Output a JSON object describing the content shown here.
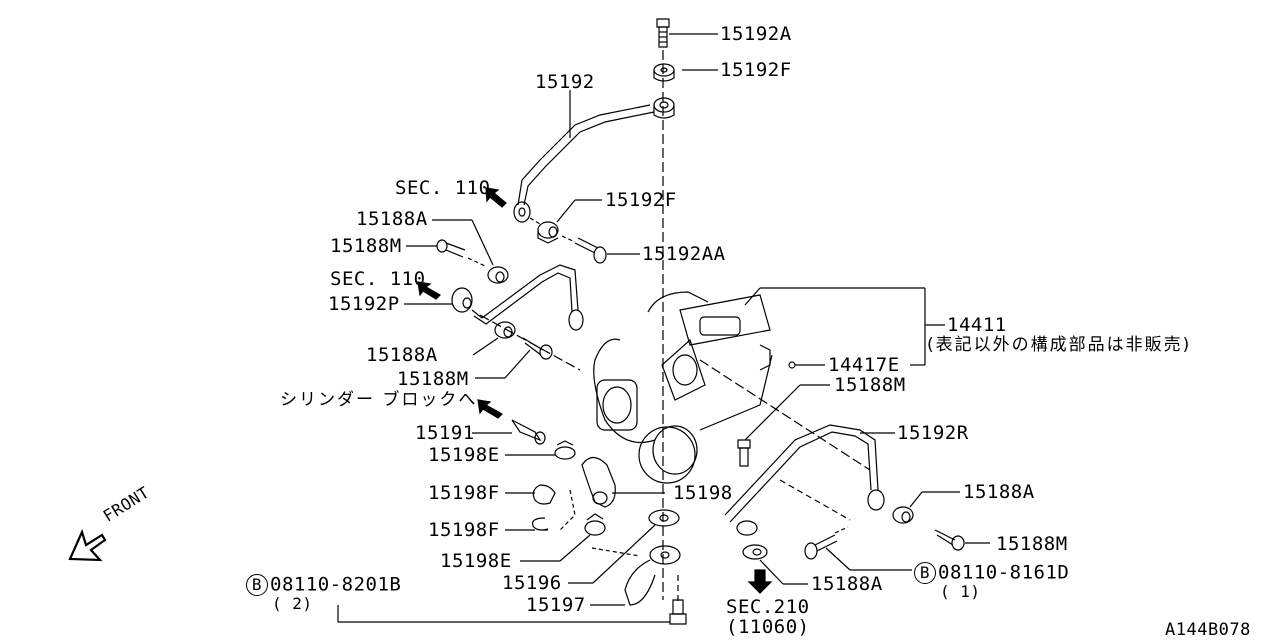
{
  "diagram": {
    "id_code": "A144B078",
    "front_label": "FRONT",
    "parts": {
      "p15192A": "15192A",
      "p15192F_top": "15192F",
      "p15192": "15192",
      "p15192F_mid": "15192F",
      "p15192AA": "15192AA",
      "p15188A_1": "15188A",
      "p15188M_1": "15188M",
      "p15192P": "15192P",
      "p15188A_2": "15188A",
      "p15188M_2": "15188M",
      "p14411": "14411",
      "p14417E": "14417E",
      "p15188M_3": "15188M",
      "p15192R": "15192R",
      "p15191": "15191",
      "p15198E_1": "15198E",
      "p15198F_1": "15198F",
      "p15198": "15198",
      "p15198F_2": "15198F",
      "p15198E_2": "15198E",
      "p15196": "15196",
      "p15197": "15197",
      "p15188A_3": "15188A",
      "p15188M_4": "15188M",
      "p15188A_4": "15188A"
    },
    "sections": {
      "sec110_a": "SEC. 110",
      "sec110_b": "SEC. 110",
      "sec210": "SEC.210",
      "sec210_sub": "(11060)"
    },
    "notes": {
      "not_sold_separately": "(表記以外の構成部品は非販売)",
      "to_cylinder_block": "シリンダー ブロックへ"
    },
    "bolts": {
      "bolt_right_symbol": "B",
      "bolt_right_code": "08110-8161D",
      "bolt_right_qty": "( 1)",
      "bolt_left_symbol": "B",
      "bolt_left_code": "08110-8201B",
      "bolt_left_qty": "( 2)"
    }
  }
}
